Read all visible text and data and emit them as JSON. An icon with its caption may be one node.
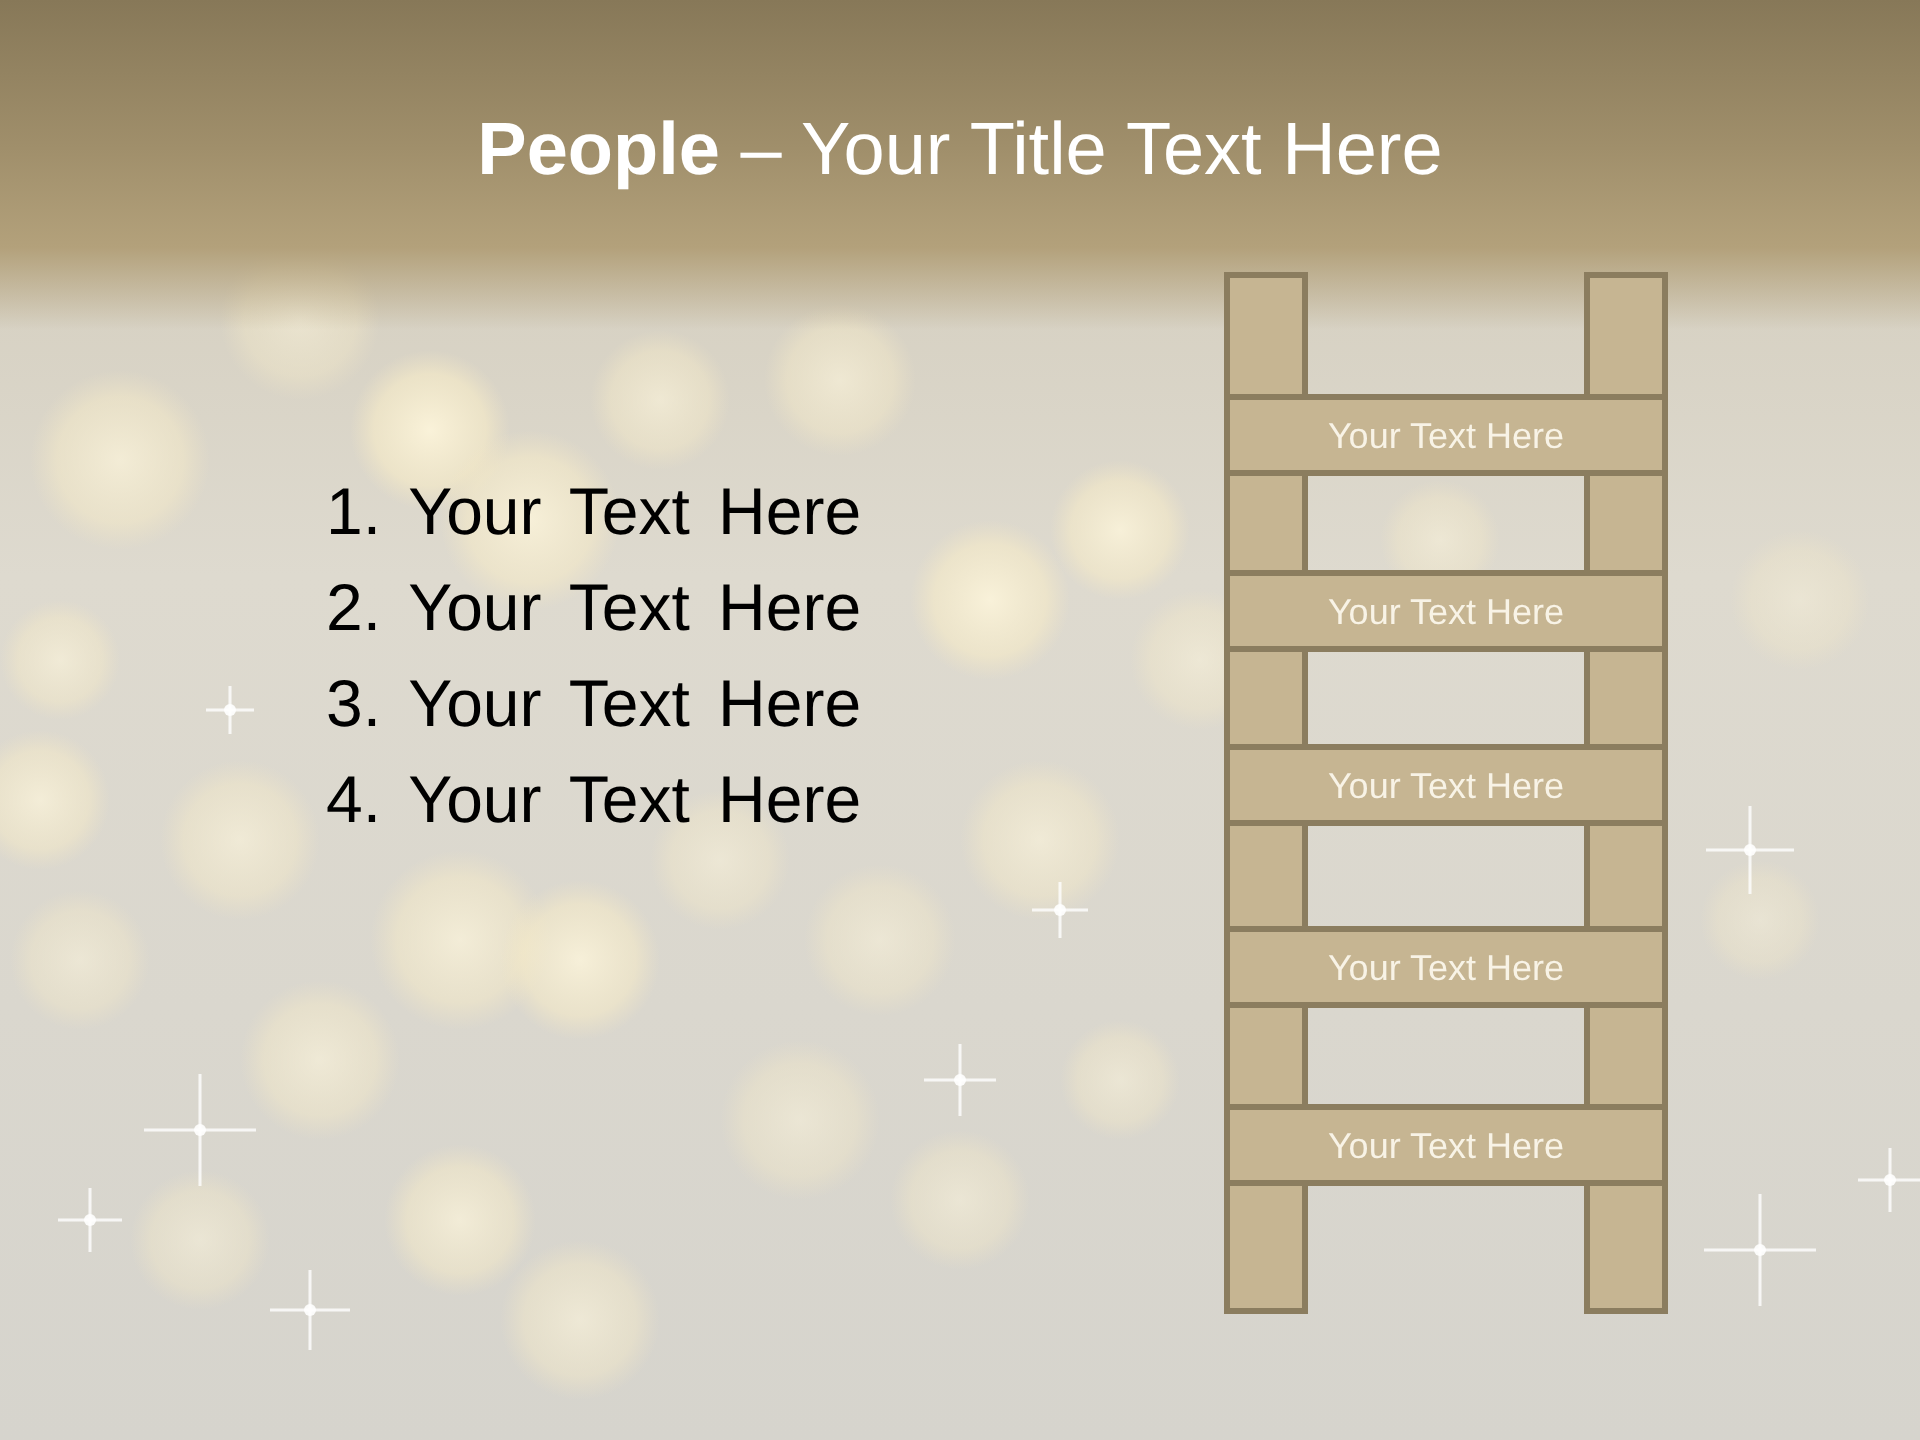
{
  "diagram": {
    "title": "**People** – Your Title Text Here",
    "nodes": [
      {
        "text": [],
        "shape": "bar"
      },
      {
        "text": [],
        "shape": "bar"
      },
      {
        "text": [
          "Your Text Here"
        ]
      },
      {
        "text": [],
        "shape": "bar"
      },
      {
        "text": [],
        "shape": "bar"
      },
      {
        "text": [
          "Your Text Here"
        ]
      },
      {
        "text": [],
        "shape": "bar"
      },
      {
        "text": [],
        "shape": "bar"
      },
      {
        "text": [
          "Your Text Here"
        ]
      },
      {
        "text": [],
        "shape": "bar"
      },
      {
        "text": [],
        "shape": "bar"
      },
      {
        "text": [
          "Your Text Here"
        ]
      },
      {
        "text": [],
        "shape": "bar"
      },
      {
        "text": [],
        "shape": "bar"
      },
      {
        "text": [
          "Your Text Here"
        ]
      },
      {
        "text": [],
        "shape": "bar"
      },
      {
        "text": [],
        "shape": "bar"
      }
    ],
    "labels": [
      "1. Your Text Here",
      "2. Your Text Here",
      "3. Your Text Here",
      "4. Your Text Here"
    ]
  }
}
